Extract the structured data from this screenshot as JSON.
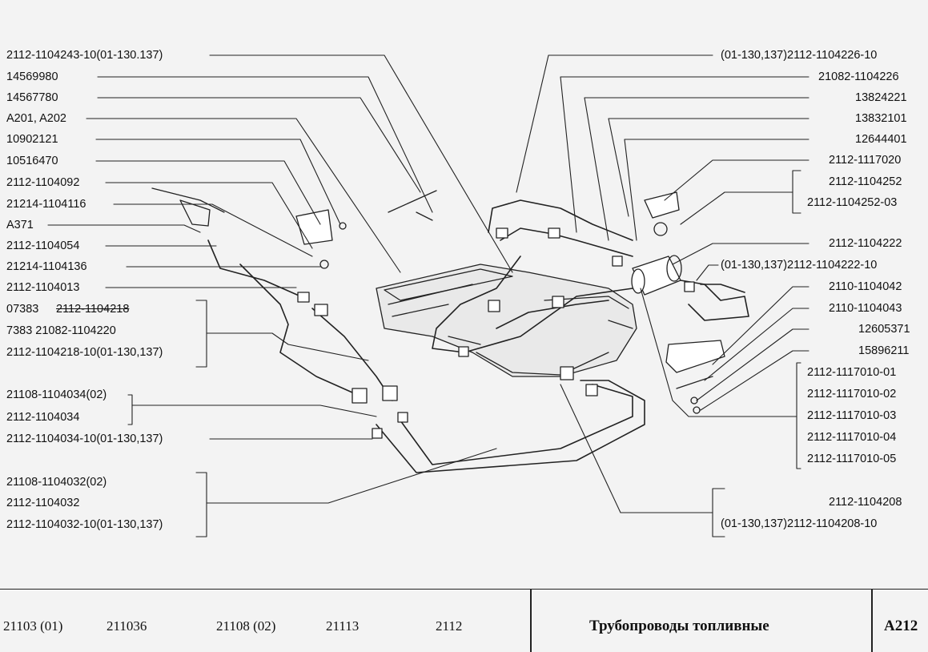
{
  "left_labels": [
    {
      "id": "l1",
      "text": "2112-1104243-10(01-130.137)"
    },
    {
      "id": "l2",
      "text": "14569980"
    },
    {
      "id": "l3",
      "text": "14567780"
    },
    {
      "id": "l4",
      "text": "A201, A202"
    },
    {
      "id": "l5",
      "text": "10902121"
    },
    {
      "id": "l6",
      "text": "10516470"
    },
    {
      "id": "l7",
      "text": "2112-1104092"
    },
    {
      "id": "l8",
      "text": "21214-1104116"
    },
    {
      "id": "l9",
      "text": "A371"
    },
    {
      "id": "l10",
      "text": "2112-1104054"
    },
    {
      "id": "l11",
      "text": "21214-1104136"
    },
    {
      "id": "l12",
      "text": "2112-1104013"
    },
    {
      "id": "l13a",
      "text": "07383"
    },
    {
      "id": "l13b",
      "text": "2112-1104218"
    },
    {
      "id": "l14",
      "text": "7383  21082-1104220"
    },
    {
      "id": "l15",
      "text": "2112-1104218-10(01-130,137)"
    },
    {
      "id": "l16",
      "text": "21108-1104034(02)"
    },
    {
      "id": "l17",
      "text": "2112-1104034"
    },
    {
      "id": "l18",
      "text": "2112-1104034-10(01-130,137)"
    },
    {
      "id": "l19",
      "text": "21108-1104032(02)"
    },
    {
      "id": "l20",
      "text": "2112-1104032"
    },
    {
      "id": "l21",
      "text": "2112-1104032-10(01-130,137)"
    }
  ],
  "right_labels": [
    {
      "id": "r1",
      "text": "(01-130,137)2112-1104226-10"
    },
    {
      "id": "r2",
      "text": "21082-1104226"
    },
    {
      "id": "r3",
      "text": "13824221"
    },
    {
      "id": "r4",
      "text": "13832101"
    },
    {
      "id": "r5",
      "text": "12644401"
    },
    {
      "id": "r6",
      "text": "2112-1117020"
    },
    {
      "id": "r7",
      "text": "2112-1104252"
    },
    {
      "id": "r8",
      "text": "2112-1104252-03"
    },
    {
      "id": "r9",
      "text": "2112-1104222"
    },
    {
      "id": "r10",
      "text": "(01-130,137)2112-1104222-10"
    },
    {
      "id": "r11",
      "text": "2110-1104042"
    },
    {
      "id": "r12",
      "text": "2110-1104043"
    },
    {
      "id": "r13",
      "text": "12605371"
    },
    {
      "id": "r14",
      "text": "15896211"
    },
    {
      "id": "r15",
      "text": "2112-1117010-01"
    },
    {
      "id": "r16",
      "text": "2112-1117010-02"
    },
    {
      "id": "r17",
      "text": "2112-1117010-03"
    },
    {
      "id": "r18",
      "text": "2112-1117010-04"
    },
    {
      "id": "r19",
      "text": "2112-1117010-05"
    },
    {
      "id": "r20",
      "text": "2112-1104208"
    },
    {
      "id": "r21",
      "text": "(01-130,137)2112-1104208-10"
    }
  ],
  "footer": {
    "models": [
      "21103 (01)",
      "211036",
      "21108 (02)",
      "21113",
      "2112"
    ],
    "title": "Трубопроводы топливные",
    "code": "A212"
  }
}
